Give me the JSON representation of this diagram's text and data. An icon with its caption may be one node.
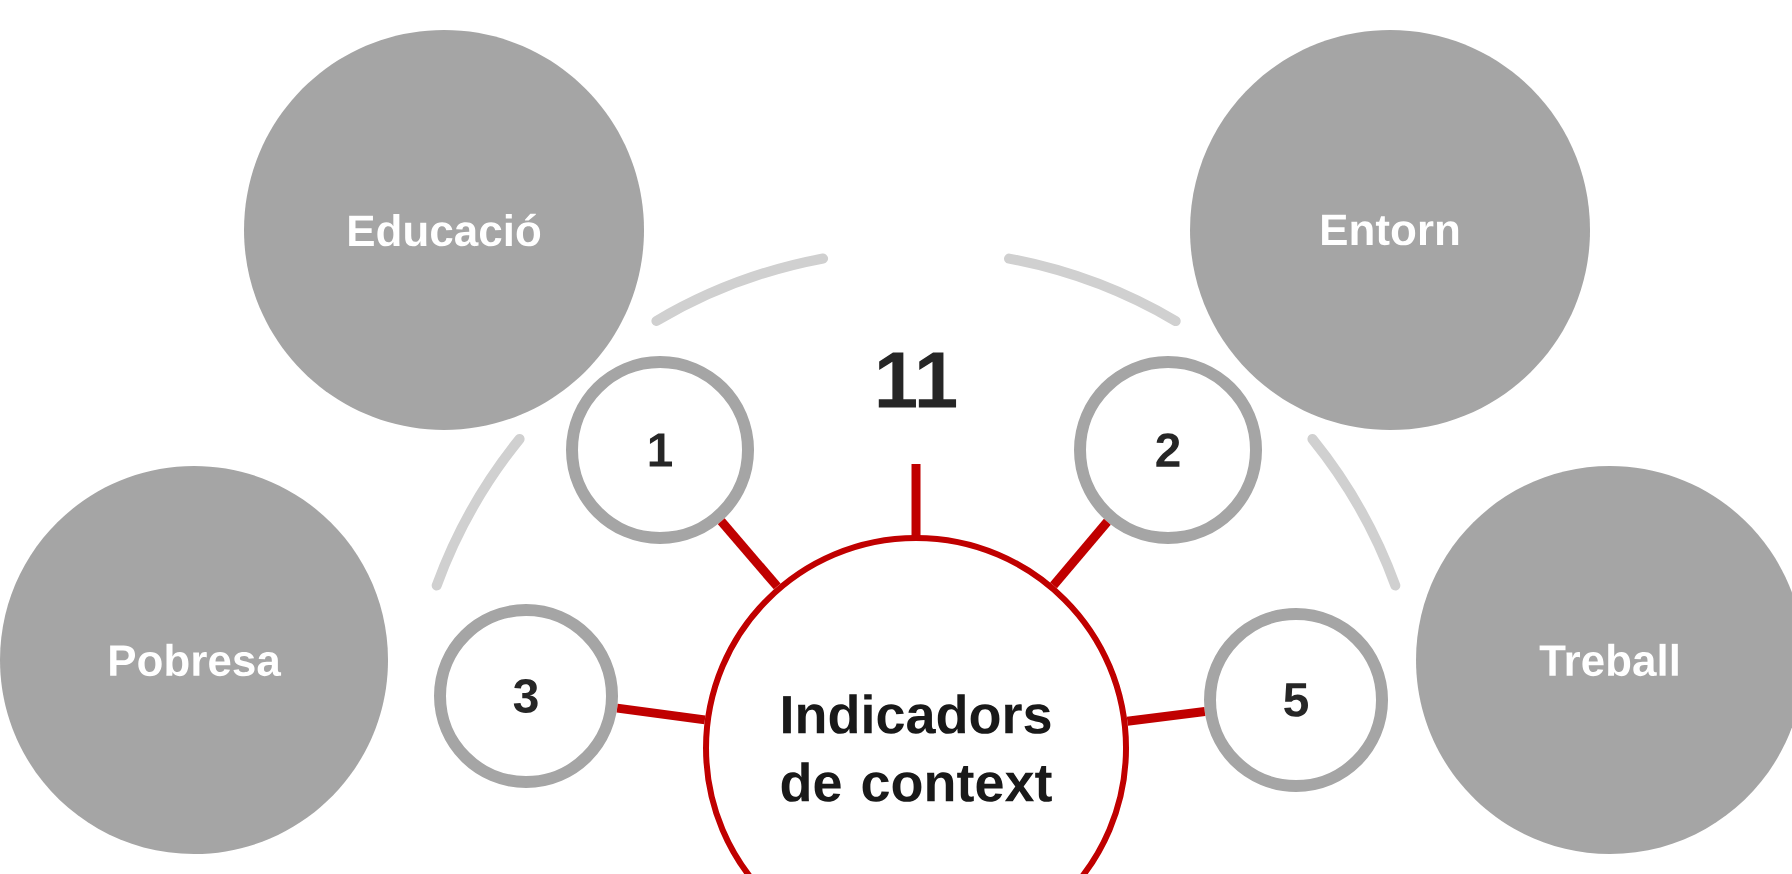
{
  "diagram": {
    "nodes": [
      {
        "text": [
          "Educació"
        ]
      },
      {
        "text": [
          "Entorn"
        ]
      },
      {
        "text": [
          "Pobresa"
        ]
      },
      {
        "text": [
          "Treball"
        ]
      },
      {
        "text": [
          "1"
        ]
      },
      {
        "text": [
          "2"
        ]
      },
      {
        "text": [
          "3"
        ]
      },
      {
        "text": [
          "5"
        ]
      },
      {
        "text": [
          "Indicadors de context"
        ]
      }
    ],
    "edges": [
      {
        "from": 8,
        "to": 4,
        "arrow": "none"
      },
      {
        "from": 8,
        "to": 5,
        "arrow": "none"
      },
      {
        "from": 8,
        "to": 6,
        "arrow": "none"
      },
      {
        "from": 8,
        "to": 7,
        "arrow": "none"
      }
    ],
    "labels": [
      "11"
    ]
  }
}
